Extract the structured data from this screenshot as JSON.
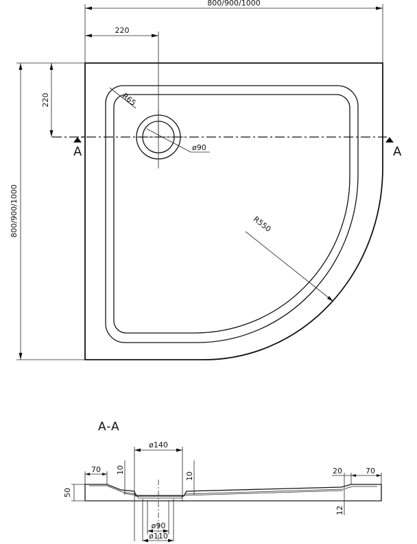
{
  "plan": {
    "overall_width_label": "800/900/1000",
    "overall_height_label": "800/900/1000",
    "drain_offset_x_label": "220",
    "drain_offset_y_label": "220",
    "corner_radius_label": "R65",
    "drain_diameter_label": "ø90",
    "arc_radius_label": "R550",
    "section_marker_left": "A",
    "section_marker_right": "A"
  },
  "section": {
    "title": "A-A",
    "rim_width_left_label": "70",
    "rim_width_right_label": "70",
    "step_right_label": "20",
    "wall_left_label": "10",
    "wall_right_label": "10",
    "height_label": "50",
    "depth_label": "12",
    "drain_outer_label": "ø140",
    "drain_hole_label": "ø90",
    "drain_pipe_label": "ø110"
  }
}
